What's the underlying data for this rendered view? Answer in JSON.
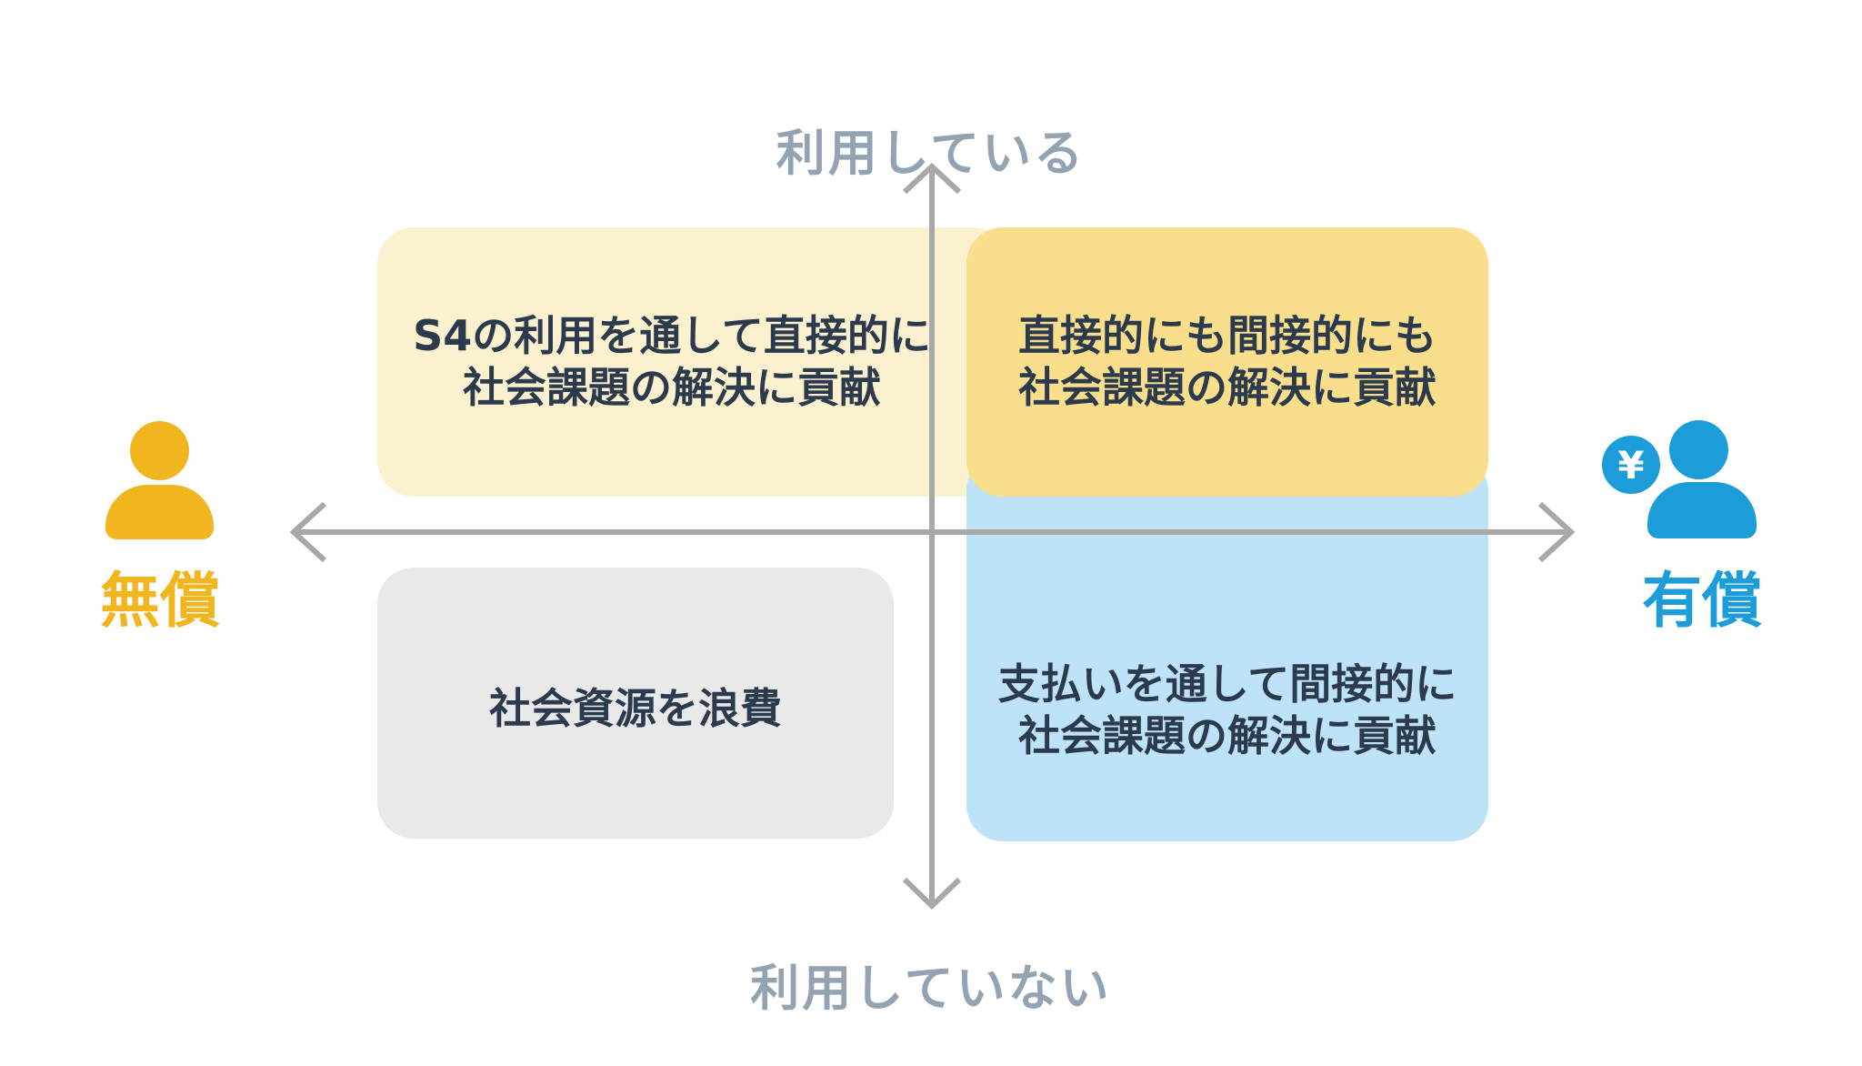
{
  "canvas": {
    "background": "#FFFFFF"
  },
  "axis": {
    "top_label": "利用している",
    "bottom_label": "利用していない",
    "label_color": "#94A3B2",
    "line_color": "#A8A8A8"
  },
  "left_actor": {
    "label": "無償",
    "color": "#F1B51F",
    "icon": "person-icon"
  },
  "right_actor": {
    "label": "有償",
    "color": "#1C9DD9",
    "icon": "person-icon",
    "badge_symbol": "¥"
  },
  "quadrants": {
    "top_left": {
      "line1": "S4の利用を通して直接的に",
      "line2": "社会課題の解決に貢献",
      "background": "#FCF1CF"
    },
    "top_right": {
      "line1": "直接的にも間接的にも",
      "line2": "社会課題の解決に貢献",
      "background": "#F9DE8C"
    },
    "bottom_left": {
      "line1": "社会資源を浪費",
      "background": "#E9E9EA"
    },
    "bottom_right": {
      "line1": "支払いを通して間接的に",
      "line2": "社会課題の解決に貢献",
      "background": "#BEE3F8"
    }
  },
  "quadrant_text_color": "#2C3A4D"
}
